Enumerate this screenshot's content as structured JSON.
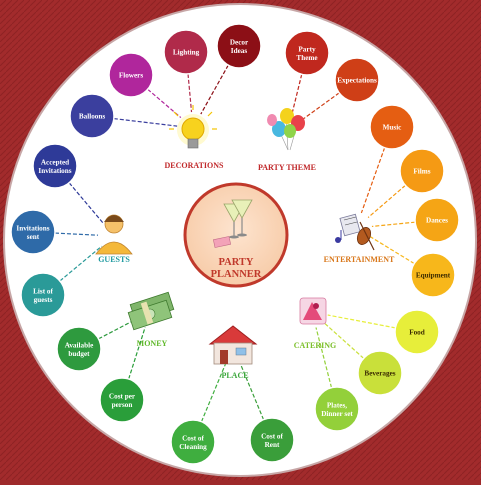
{
  "center": {
    "title_line1": "PARTY",
    "title_line2": "PLANNER",
    "color": "#c0392b"
  },
  "categories": [
    {
      "id": "decorations",
      "label": "DECORATIONS",
      "color": "#c0282a",
      "icon": "lightbulb-icon",
      "children": [
        {
          "lines": [
            "Balloons"
          ],
          "color": "#3b3f9e"
        },
        {
          "lines": [
            "Flowers"
          ],
          "color": "#b0269c"
        },
        {
          "lines": [
            "Lighting"
          ],
          "color": "#b02a4a"
        },
        {
          "lines": [
            "Decor",
            "Ideas"
          ],
          "color": "#8c0f16"
        }
      ]
    },
    {
      "id": "party-theme",
      "label": "PARTY THEME",
      "color": "#c0282a",
      "icon": "balloons-icon",
      "children": [
        {
          "lines": [
            "Party",
            "Theme"
          ],
          "color": "#c0281e"
        },
        {
          "lines": [
            "Expectations"
          ],
          "color": "#cf3f17"
        }
      ]
    },
    {
      "id": "entertainment",
      "label": "ENTERTAINMENT",
      "color": "#d9771a",
      "icon": "music-instruments-icon",
      "children": [
        {
          "lines": [
            "Music"
          ],
          "color": "#e55e12"
        },
        {
          "lines": [
            "Films"
          ],
          "color": "#f59a14"
        },
        {
          "lines": [
            "Dances"
          ],
          "color": "#f5a515"
        },
        {
          "lines": [
            "Equipment"
          ],
          "color": "#f7b71b"
        }
      ]
    },
    {
      "id": "catering",
      "label": "CATERING",
      "color": "#7cbf2a",
      "icon": "cake-icon",
      "children": [
        {
          "lines": [
            "Food"
          ],
          "color": "#e7ee3a"
        },
        {
          "lines": [
            "Beverages"
          ],
          "color": "#c9e03a"
        },
        {
          "lines": [
            "Plates,",
            "Dinner set"
          ],
          "color": "#93d03a"
        }
      ]
    },
    {
      "id": "place",
      "label": "PLACE",
      "color": "#3aa63a",
      "icon": "house-icon",
      "children": [
        {
          "lines": [
            "Cost of",
            "Cleaning"
          ],
          "color": "#3fae3f"
        },
        {
          "lines": [
            "Cost of",
            "Rent"
          ],
          "color": "#3a9e3a"
        }
      ]
    },
    {
      "id": "money",
      "label": "MONEY",
      "color": "#5fb82a",
      "icon": "money-icon",
      "children": [
        {
          "lines": [
            "Available",
            "budget"
          ],
          "color": "#2e9a3e"
        },
        {
          "lines": [
            "Cost per",
            "person"
          ],
          "color": "#2a9e3a"
        }
      ]
    },
    {
      "id": "guests",
      "label": "GUESTS",
      "color": "#1f9aa0",
      "icon": "person-icon",
      "children": [
        {
          "lines": [
            "Accepted",
            "Invitations"
          ],
          "color": "#2e3a98"
        },
        {
          "lines": [
            "Invitations",
            "sent"
          ],
          "color": "#2e6aa8"
        },
        {
          "lines": [
            "List of",
            "guests"
          ],
          "color": "#2a9a98"
        }
      ]
    }
  ]
}
